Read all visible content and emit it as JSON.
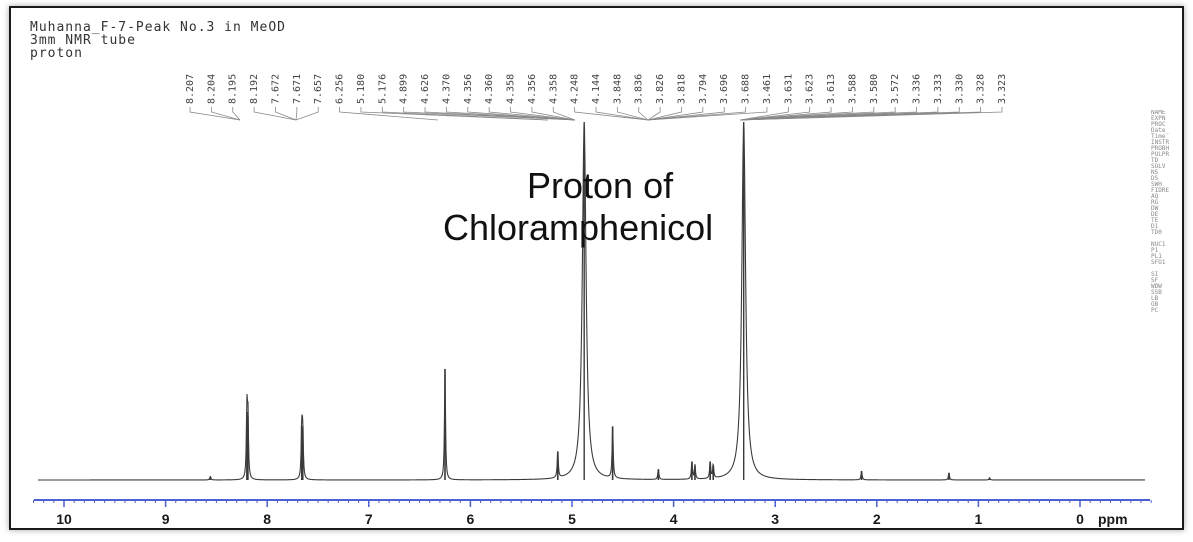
{
  "header": {
    "line1": "Muhanna_F-7-Peak No.3 in MeOD",
    "line2": "3mm NMR tube",
    "line3": "proton"
  },
  "annotation": {
    "line1": "Proton of",
    "line2": "Chloramphenicol"
  },
  "colors": {
    "axis": "#4a5fd0",
    "spectrum": "#3a3a3a",
    "labels": "#444444"
  },
  "chart_data": {
    "type": "line",
    "title": "",
    "xlabel": "ppm",
    "ylabel": "",
    "xlim": [
      10.3,
      -0.7
    ],
    "x_reversed": true,
    "grid": false,
    "x_ticks": [
      10,
      9,
      8,
      7,
      6,
      5,
      4,
      3,
      2,
      1,
      0
    ],
    "x_tick_labels": [
      "10",
      "9",
      "8",
      "7",
      "6",
      "5",
      "4",
      "3",
      "2",
      "1",
      "0"
    ],
    "axis_unit_label": "ppm",
    "peaks": [
      {
        "ppm": 8.56,
        "intensity": 0.01
      },
      {
        "ppm": 8.2,
        "intensity": 0.19
      },
      {
        "ppm": 8.19,
        "intensity": 0.18
      },
      {
        "ppm": 7.66,
        "intensity": 0.15
      },
      {
        "ppm": 7.65,
        "intensity": 0.14
      },
      {
        "ppm": 6.25,
        "intensity": 0.31
      },
      {
        "ppm": 5.14,
        "intensity": 0.08
      },
      {
        "ppm": 4.88,
        "intensity": 1.0
      },
      {
        "ppm": 4.6,
        "intensity": 0.15
      },
      {
        "ppm": 4.15,
        "intensity": 0.03
      },
      {
        "ppm": 3.82,
        "intensity": 0.05
      },
      {
        "ppm": 3.79,
        "intensity": 0.04
      },
      {
        "ppm": 3.64,
        "intensity": 0.05
      },
      {
        "ppm": 3.61,
        "intensity": 0.04
      },
      {
        "ppm": 3.31,
        "intensity": 1.0
      },
      {
        "ppm": 2.15,
        "intensity": 0.025
      },
      {
        "ppm": 1.29,
        "intensity": 0.02
      },
      {
        "ppm": 0.89,
        "intensity": 0.006
      }
    ],
    "peak_labels": [
      "8.207",
      "8.204",
      "8.195",
      "8.192",
      "7.672",
      "7.671",
      "7.657",
      "6.256",
      "5.180",
      "5.176",
      "4.899",
      "4.626",
      "4.370",
      "4.356",
      "4.360",
      "4.358",
      "4.356",
      "4.358",
      "4.248",
      "4.144",
      "3.848",
      "3.836",
      "3.826",
      "3.818",
      "3.794",
      "3.696",
      "3.688",
      "3.461",
      "3.631",
      "3.623",
      "3.613",
      "3.588",
      "3.580",
      "3.572",
      "3.336",
      "3.333",
      "3.330",
      "3.328",
      "3.323"
    ]
  },
  "side_params": "NAME\nEXPN\nPROC\nDate_\nTime\nINSTR\nPROBH\nPULPR\nTD\nSOLV\nNS\nDS\nSWH\nFIDRE\nAQ\nRG\nDW\nDE\nTE\nD1\nTD0\n\nNUC1\nP1\nPL1\nSFO1\n\nSI\nSF\nWDW\nSSB\nLB\nGB\nPC"
}
